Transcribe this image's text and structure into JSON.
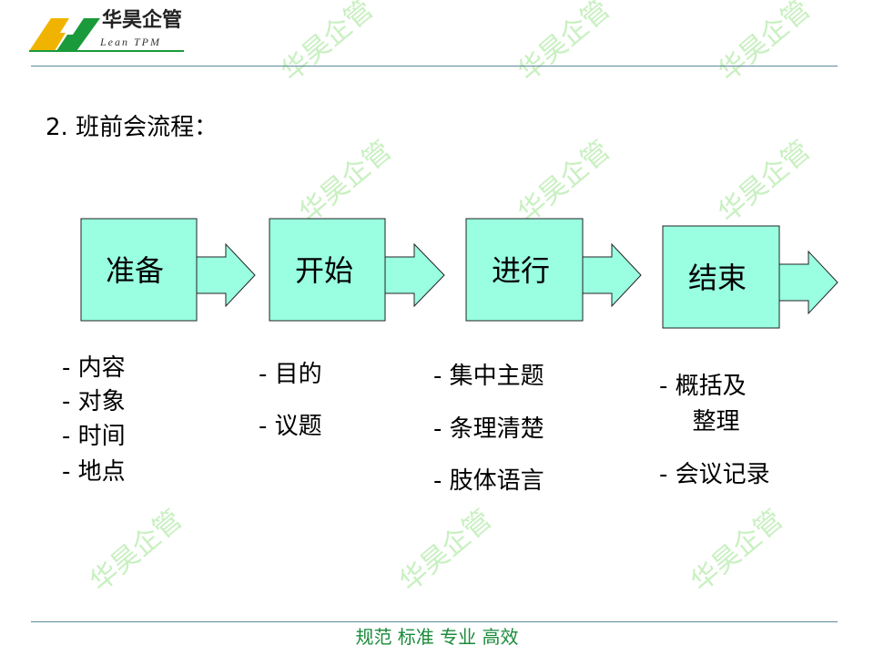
{
  "logo": {
    "cn": "华昊企管",
    "en": "Lean TPM",
    "colors": {
      "yellow": "#f0b400",
      "green": "#1a9a3a"
    }
  },
  "title": "2. 班前会流程：",
  "steps": [
    {
      "label": "准备",
      "items": [
        "- 内容",
        "- 对象",
        "- 时间",
        "- 地点"
      ]
    },
    {
      "label": "开始",
      "items": [
        "- 目的",
        "- 议题"
      ]
    },
    {
      "label": "进行",
      "items": [
        "- 集中主题",
        "- 条理清楚",
        "- 肢体语言"
      ]
    },
    {
      "label": "结束",
      "items": [
        "- 概括及",
        "  整理",
        "- 会议记录"
      ]
    }
  ],
  "box_color": "#99ffe0",
  "footer": "规范 标准 专业 高效",
  "watermark": "华昊企管"
}
